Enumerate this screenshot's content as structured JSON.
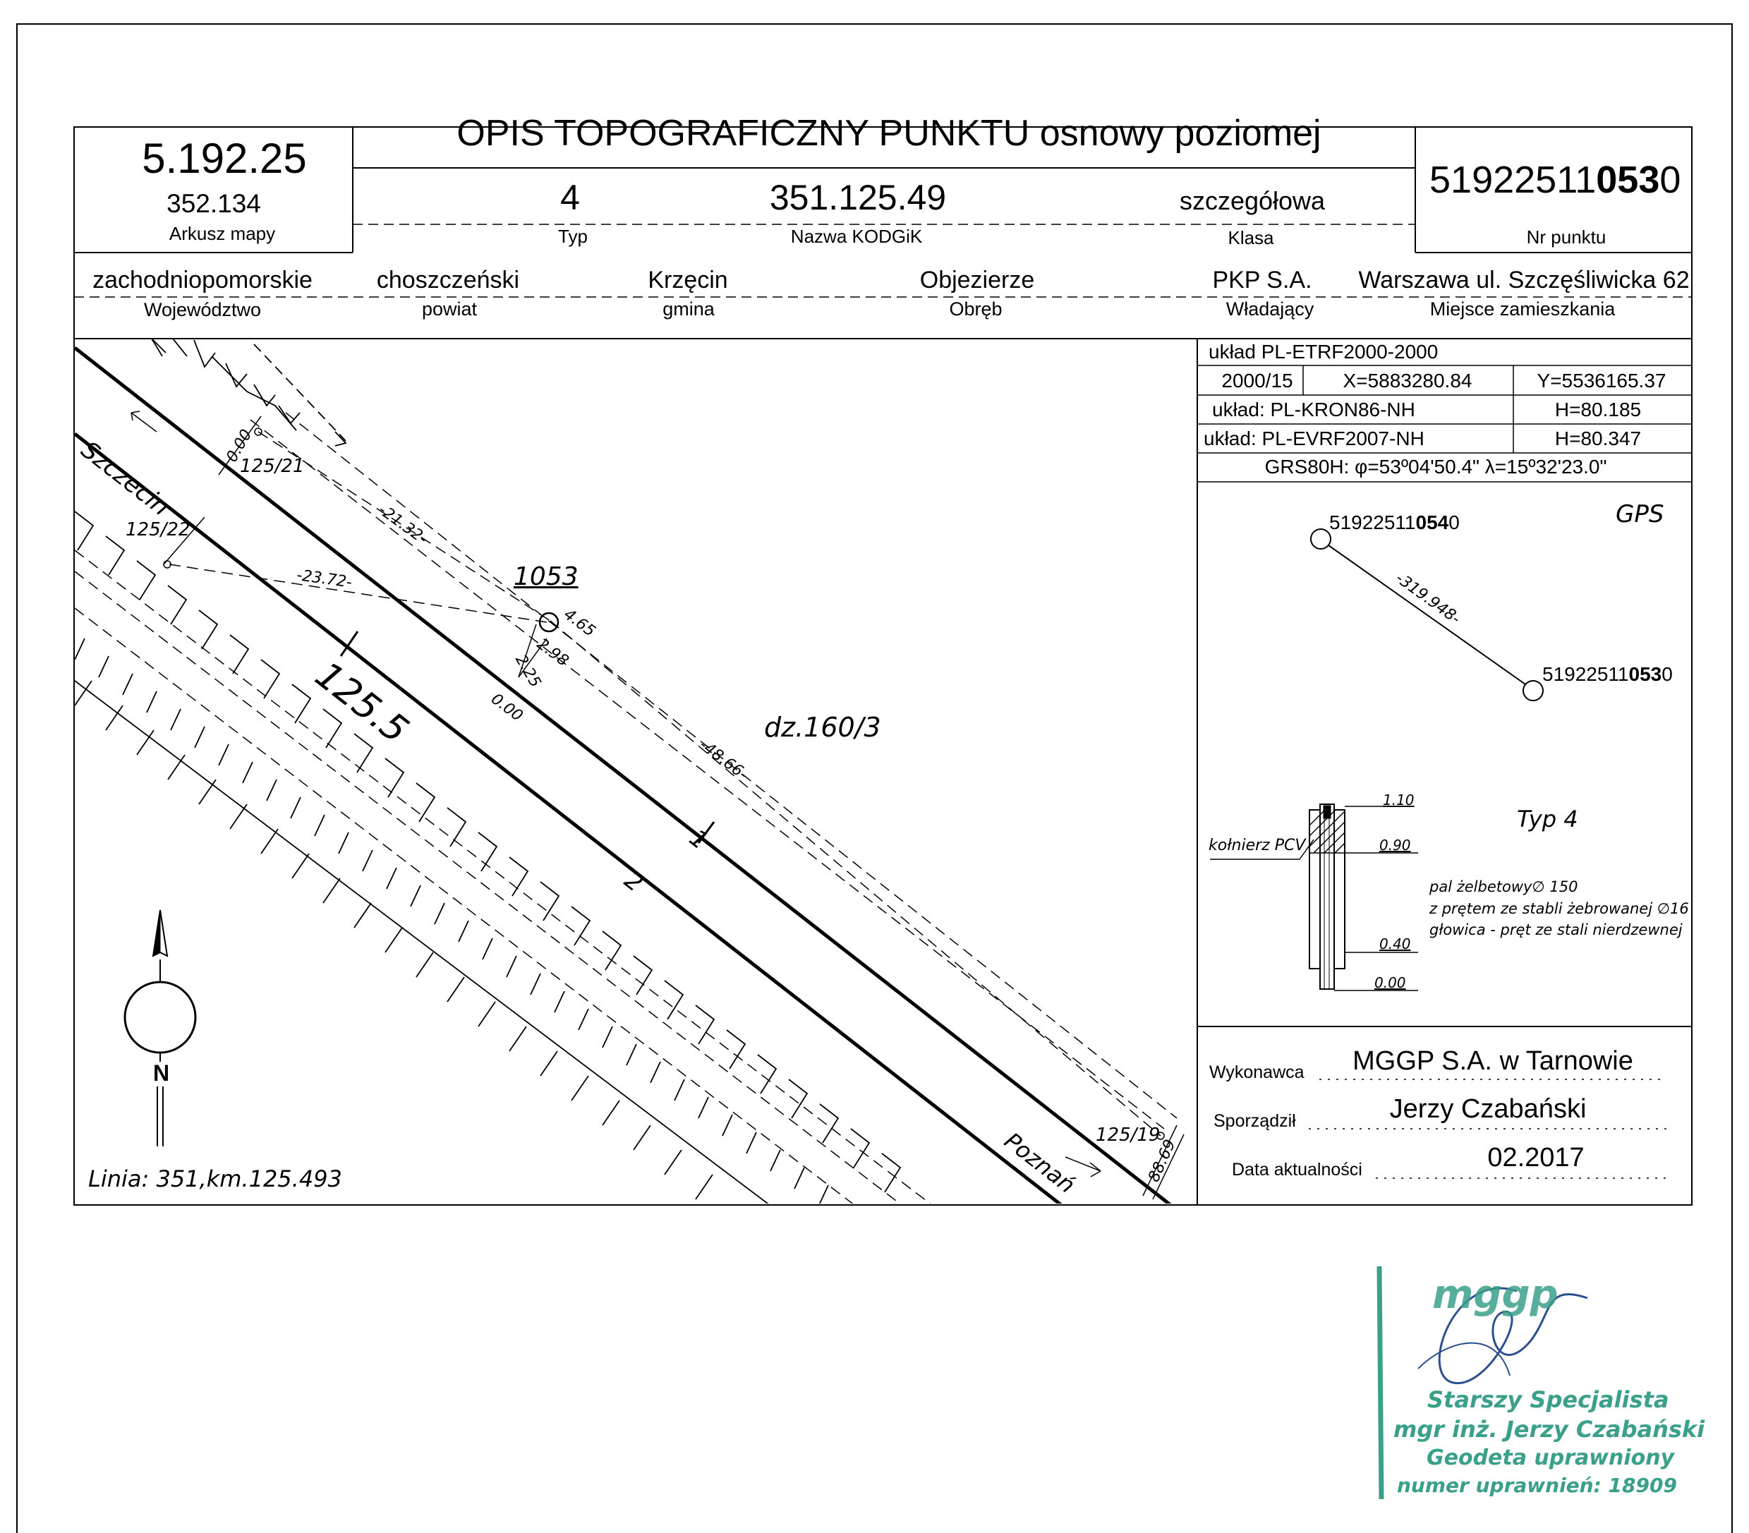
{
  "header": {
    "title": "OPIS TOPOGRAFICZNY PUNKTU osnowy poziomej",
    "map_sheet": "5.192.25",
    "map_sheet_sub": "352.134",
    "map_sheet_label": "Arkusz mapy",
    "type_value": "4",
    "type_label": "Typ",
    "kodgik_value": "351.125.49",
    "kodgik_label": "Nazwa KODGiK",
    "class_value": "szczegółowa",
    "class_label": "Klasa",
    "point_prefix": "51922511",
    "point_bold": "053",
    "point_suffix": "0",
    "point_label": "Nr punktu"
  },
  "location": [
    {
      "value": "zachodniopomorskie",
      "label": "Województwo"
    },
    {
      "value": "choszczeński",
      "label": "powiat"
    },
    {
      "value": "Krzęcin",
      "label": "gmina"
    },
    {
      "value": "Objezierze",
      "label": "Obręb"
    },
    {
      "value": "PKP S.A.",
      "label": "Władający"
    },
    {
      "value": "Warszawa ul. Szczęśliwicka 62",
      "label": "Miejsce zamieszkania"
    }
  ],
  "coords": {
    "system": "układ PL-ETRF2000-2000",
    "zone": "2000/15",
    "x": "X=5883280.84",
    "y": "Y=5536165.37",
    "kron_system": "układ: PL-KRON86-NH",
    "kron_h": "H=80.185",
    "evrf_system": "układ: PL-EVRF2007-NH",
    "evrf_h": "H=80.347",
    "grs": "GRS80H: φ=53º04'50.4\" λ=15º32'23.0\""
  },
  "gps": {
    "label": "GPS",
    "p1_prefix": "51922511",
    "p1_bold": "054",
    "p1_suffix": "0",
    "p2_prefix": "51922511",
    "p2_bold": "053",
    "p2_suffix": "0",
    "distance": "-319.948-"
  },
  "monument": {
    "type": "Typ 4",
    "flange": "kołnierz PCV",
    "h1": "1.10",
    "h2": "0.90",
    "h3": "0.40",
    "h4": "0.00",
    "desc1": "pal żelbetowy∅ 150",
    "desc2": "z prętem  ze stabli żebrowanej  ∅16",
    "desc3": "głowica - pręt ze stali nierdzewnej"
  },
  "signoff": {
    "contractor_label": "Wykonawca",
    "contractor": "MGGP S.A.  w Tarnowie",
    "author_label": "Sporządził",
    "author": "Jerzy Czabański",
    "date_label": "Data aktualności",
    "date": "02.2017"
  },
  "sketch": {
    "szczecin": "Szczecin",
    "poznan": "Poznań",
    "point": "1053",
    "km": "125.5",
    "parcel": "dz.160/3",
    "ref_21": "125/21",
    "ref_22": "125/22",
    "ref_19": "125/19",
    "d_2132": "-21.32-",
    "d_2372": "-23.72-",
    "d_4866": "-48.66-",
    "d_465": "4.65",
    "d_298": "2.98",
    "d_225": "2.25",
    "d_000a": "0.00",
    "d_000b": "0.00",
    "d_8869": "88.69",
    "track1": "1",
    "track2": "2",
    "north": "N",
    "line_info": "Linia: 351,km.125.493"
  },
  "stamp": {
    "logo": "mggp",
    "title": "Starszy Specjalista",
    "name": "mgr inż. Jerzy Czabański",
    "role": "Geodeta uprawniony",
    "license": "numer uprawnień: 18909"
  }
}
